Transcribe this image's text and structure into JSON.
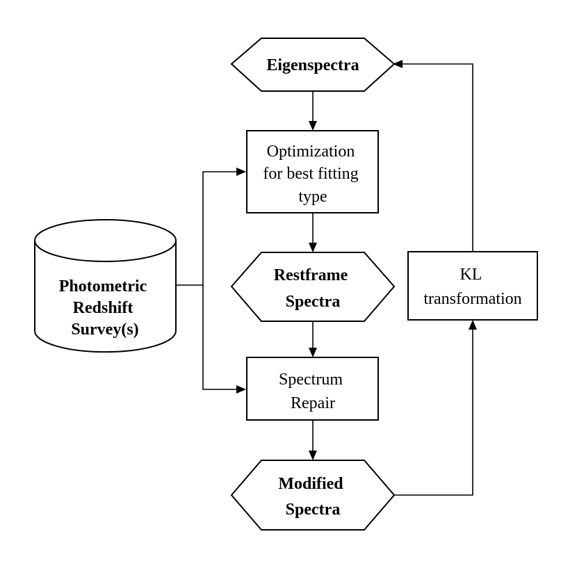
{
  "nodes": {
    "eigenspectra": {
      "lines": [
        "Eigenspectra"
      ]
    },
    "optimization": {
      "lines": [
        "Optimization",
        "for best fitting",
        "type"
      ]
    },
    "restframe": {
      "lines": [
        "Restframe",
        "Spectra"
      ]
    },
    "repair": {
      "lines": [
        "Spectrum",
        "Repair"
      ]
    },
    "modified": {
      "lines": [
        "Modified",
        "Spectra"
      ]
    },
    "kl": {
      "lines": [
        "KL",
        "transformation"
      ]
    },
    "survey": {
      "lines": [
        "Photometric",
        "Redshift",
        "Survey(s)"
      ]
    }
  }
}
